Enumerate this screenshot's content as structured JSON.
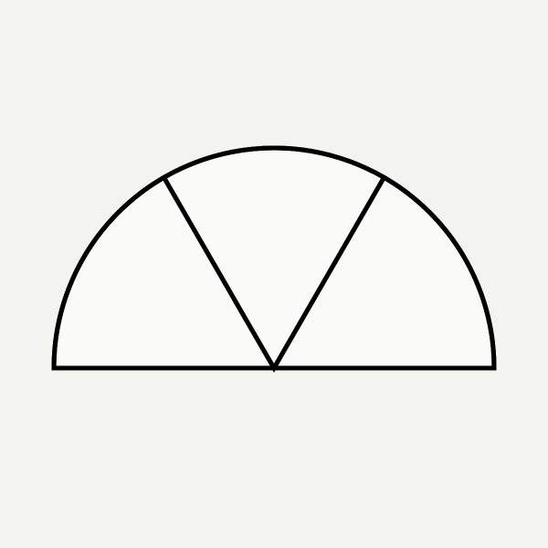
{
  "diagram": {
    "shape": "semicircle",
    "divisions": 3,
    "colors": {
      "background": "#f3f3ef",
      "fill": "#fafaf8",
      "stroke": "#000000"
    },
    "sectors": [
      {
        "id": "left"
      },
      {
        "id": "middle"
      },
      {
        "id": "right"
      }
    ]
  }
}
